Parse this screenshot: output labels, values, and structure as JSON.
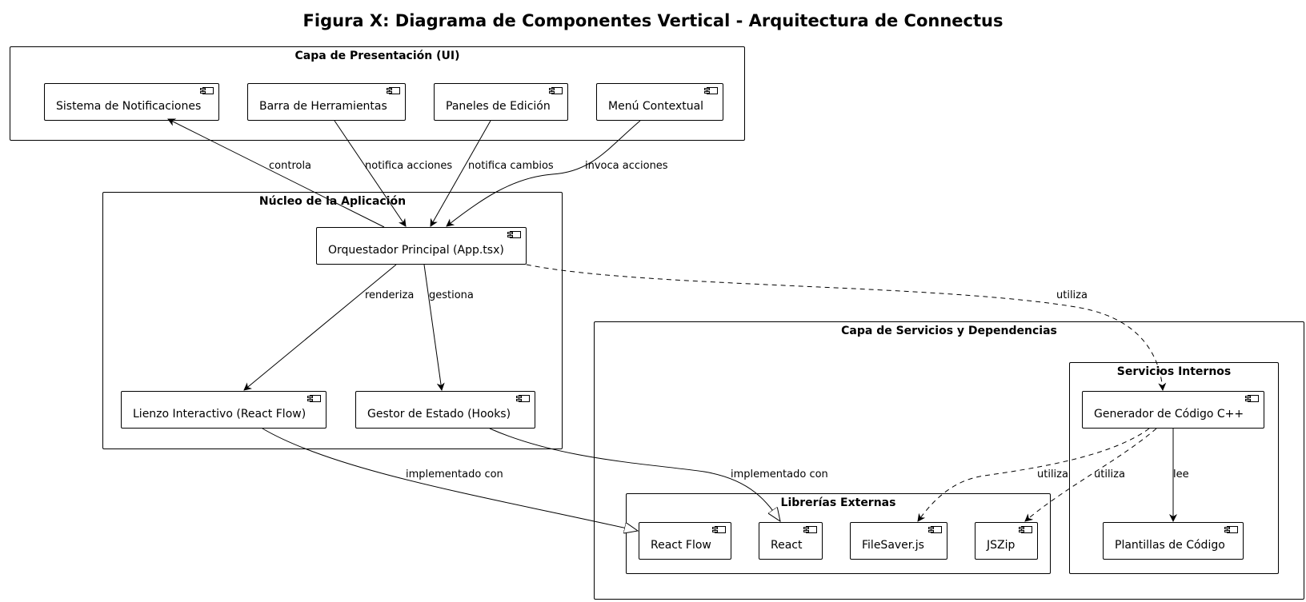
{
  "title": "Figura X: Diagrama de Componentes Vertical - Arquitectura de Connectus",
  "packages": {
    "presentacion": "Capa de Presentación (UI)",
    "nucleo": "Núcleo de la Aplicación",
    "servicios": "Capa de Servicios y Dependencias",
    "internos": "Servicios Internos",
    "externas": "Librerías Externas"
  },
  "components": {
    "notificaciones": "Sistema de Notificaciones",
    "barra": "Barra de Herramientas",
    "paneles": "Paneles de Edición",
    "menu": "Menú Contextual",
    "orquestador": "Orquestador Principal (App.tsx)",
    "lienzo": "Lienzo Interactivo (React Flow)",
    "gestor": "Gestor de Estado (Hooks)",
    "generador": "Generador de Código C++",
    "plantillas": "Plantillas de Código",
    "reactflow": "React Flow",
    "react": "React",
    "filesaver": "FileSaver.js",
    "jszip": "JSZip"
  },
  "edges": {
    "controla": "controla",
    "notifica_acciones": "notifica acciones",
    "notifica_cambios": "notifica cambios",
    "invoca_acciones": "invoca acciones",
    "renderiza": "renderiza",
    "gestiona": "gestiona",
    "utiliza_generador": "utiliza",
    "implementado_reactflow": "implementado con",
    "implementado_react": "implementado con",
    "utiliza_filesaver": "utiliza",
    "utiliza_jszip": "utiliza",
    "lee": "lee"
  }
}
